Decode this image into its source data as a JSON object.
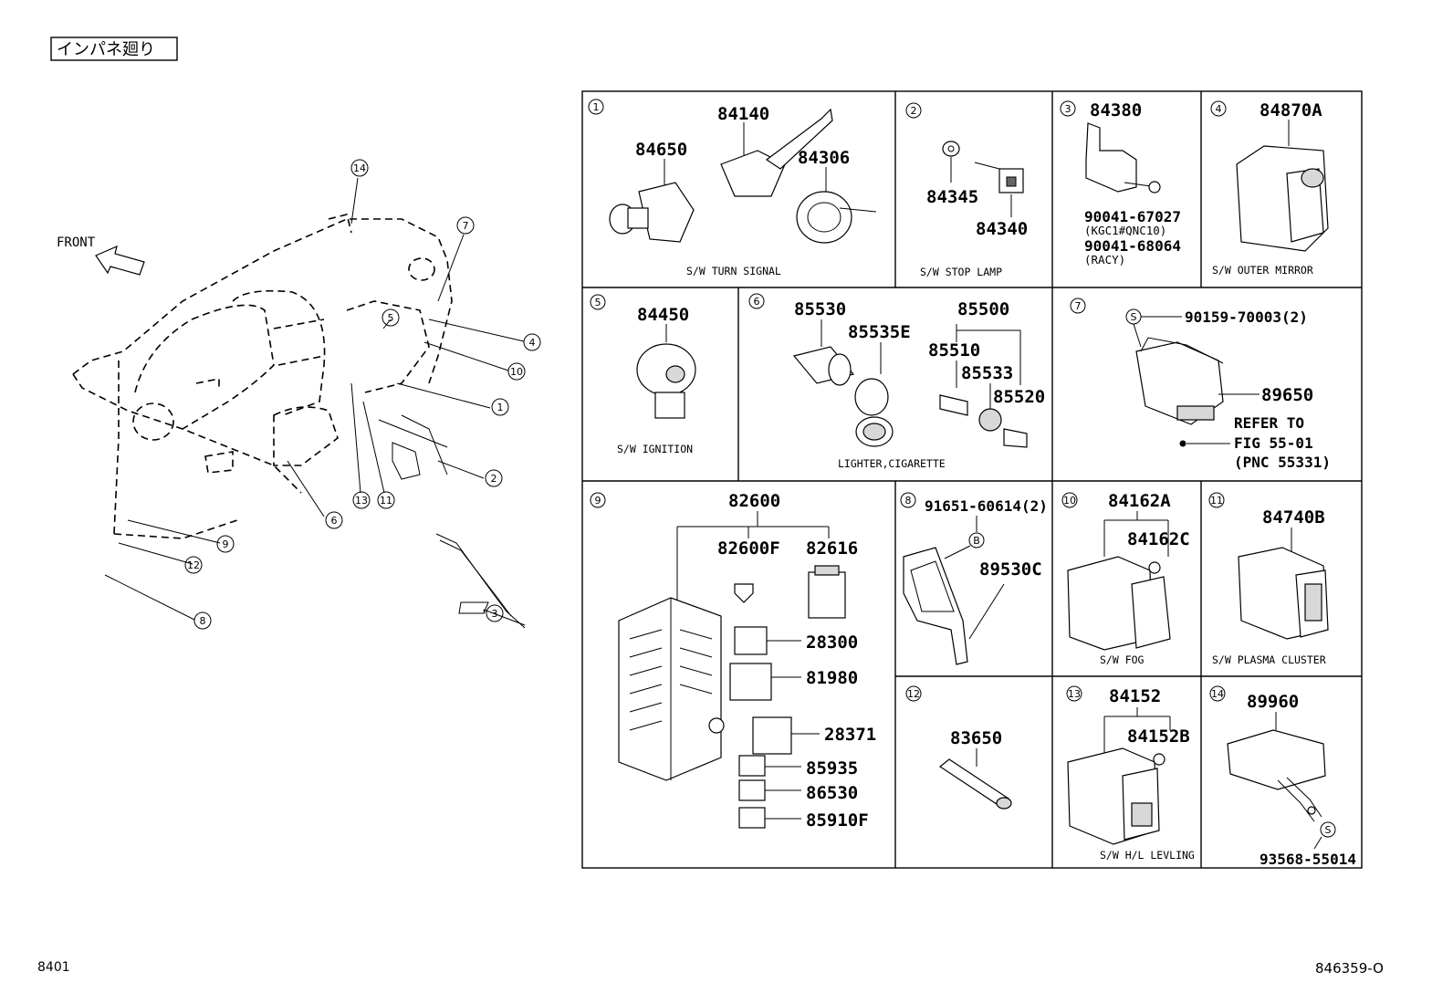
{
  "header": {
    "title": "インパネ廻り"
  },
  "footer": {
    "left": "8401",
    "right": "846359-O"
  },
  "overview": {
    "front_label": "FRONT",
    "callouts": [
      "1",
      "2",
      "3",
      "4",
      "5",
      "6",
      "7",
      "8",
      "9",
      "10",
      "11",
      "12",
      "13",
      "14"
    ]
  },
  "panels": [
    {
      "id": "1",
      "parts": [
        "84140",
        "84650",
        "84306"
      ],
      "caption": "S/W  TURN  SIGNAL"
    },
    {
      "id": "2",
      "parts": [
        "84345",
        "84340"
      ],
      "caption": "S/W  STOP  LAMP"
    },
    {
      "id": "3",
      "parts": [
        "84380",
        "90041-67027",
        "90041-68064"
      ],
      "notes": [
        "(KGC1#QNC10)",
        "(RACY)"
      ]
    },
    {
      "id": "4",
      "parts": [
        "84870A"
      ],
      "caption": "S/W  OUTER  MIRROR"
    },
    {
      "id": "5",
      "parts": [
        "84450"
      ],
      "caption": "S/W  IGNITION"
    },
    {
      "id": "6",
      "parts": [
        "85530",
        "85535E",
        "85500",
        "85510",
        "85533",
        "85520"
      ],
      "caption": "LIGHTER,CIGARETTE"
    },
    {
      "id": "7",
      "parts": [
        "90159-70003(2)",
        "89650"
      ],
      "symbol": "S",
      "refer": [
        "REFER TO",
        "FIG 55-01",
        "(PNC 55331)"
      ]
    },
    {
      "id": "9",
      "parts": [
        "82600",
        "82600F",
        "82616",
        "28300",
        "81980",
        "28371",
        "85935",
        "86530",
        "85910F"
      ]
    },
    {
      "id": "8",
      "parts": [
        "91651-60614(2)",
        "89530C"
      ],
      "symbol": "B"
    },
    {
      "id": "10",
      "parts": [
        "84162A",
        "84162C"
      ],
      "caption": "S/W  FOG"
    },
    {
      "id": "11",
      "parts": [
        "84740B"
      ],
      "caption": "S/W PLASMA CLUSTER"
    },
    {
      "id": "12",
      "parts": [
        "83650"
      ]
    },
    {
      "id": "13",
      "parts": [
        "84152",
        "84152B"
      ],
      "caption": "S/W H/L LEVLING"
    },
    {
      "id": "14",
      "parts": [
        "89960",
        "93568-55014"
      ],
      "symbol": "S"
    }
  ]
}
